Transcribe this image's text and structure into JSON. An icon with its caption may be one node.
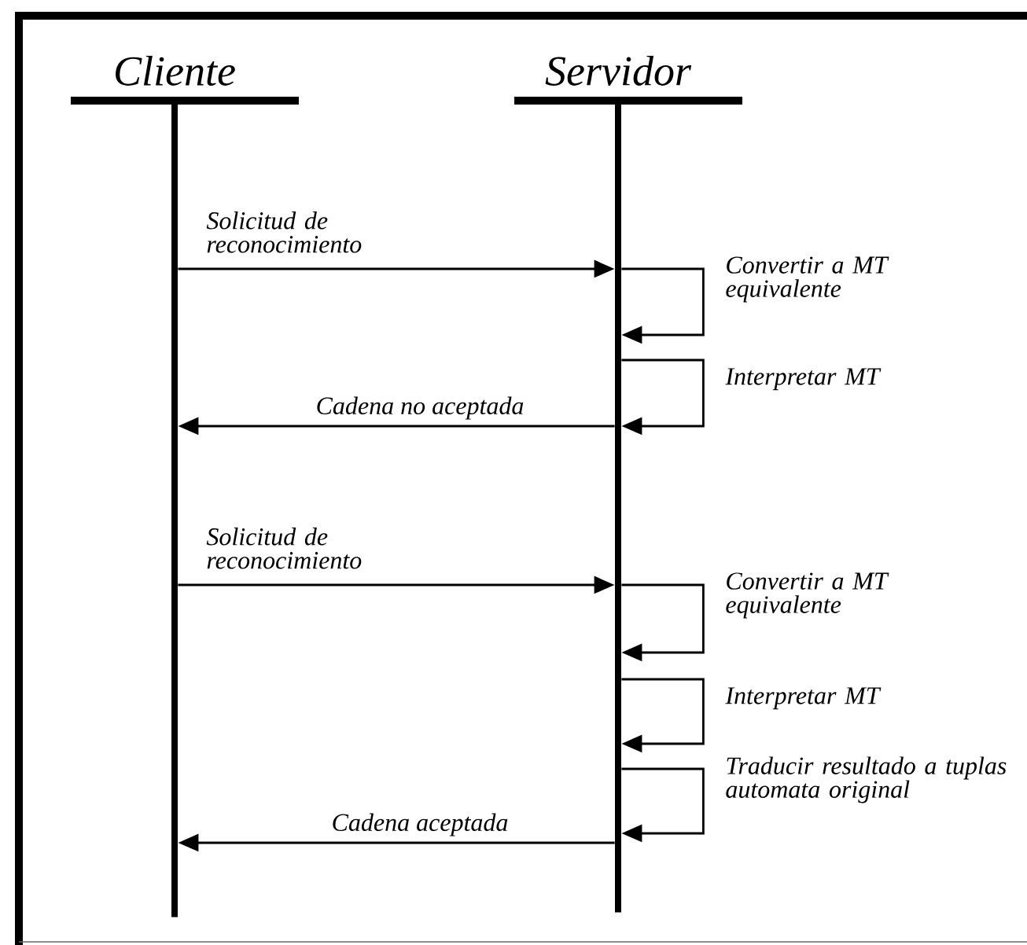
{
  "diagram": {
    "nodes": [
      {
        "text": [
          "Cliente"
        ]
      },
      {
        "text": [
          "Servidor"
        ]
      }
    ],
    "edges": [
      {
        "from": 0,
        "to": 1,
        "arrow": "to",
        "label": "Solicitud de reconocimiento"
      },
      {
        "from": 1,
        "to": 1,
        "arrow": "to",
        "label": "Convertir a MT equivalente"
      },
      {
        "from": 1,
        "to": 1,
        "arrow": "to",
        "label": "Interpretar MT"
      },
      {
        "from": 1,
        "to": 0,
        "arrow": "to",
        "label": "Cadena no aceptada"
      },
      {
        "from": 0,
        "to": 1,
        "arrow": "to",
        "label": "Solicitud de reconocimiento"
      },
      {
        "from": 1,
        "to": 1,
        "arrow": "to",
        "label": "Convertir a MT equivalente"
      },
      {
        "from": 1,
        "to": 1,
        "arrow": "to",
        "label": "Interpretar MT"
      },
      {
        "from": 1,
        "to": 1,
        "arrow": "to",
        "label": "Traducir resultado a tuplas automata original"
      },
      {
        "from": 1,
        "to": 0,
        "arrow": "to",
        "label": "Cadena aceptada"
      }
    ]
  }
}
